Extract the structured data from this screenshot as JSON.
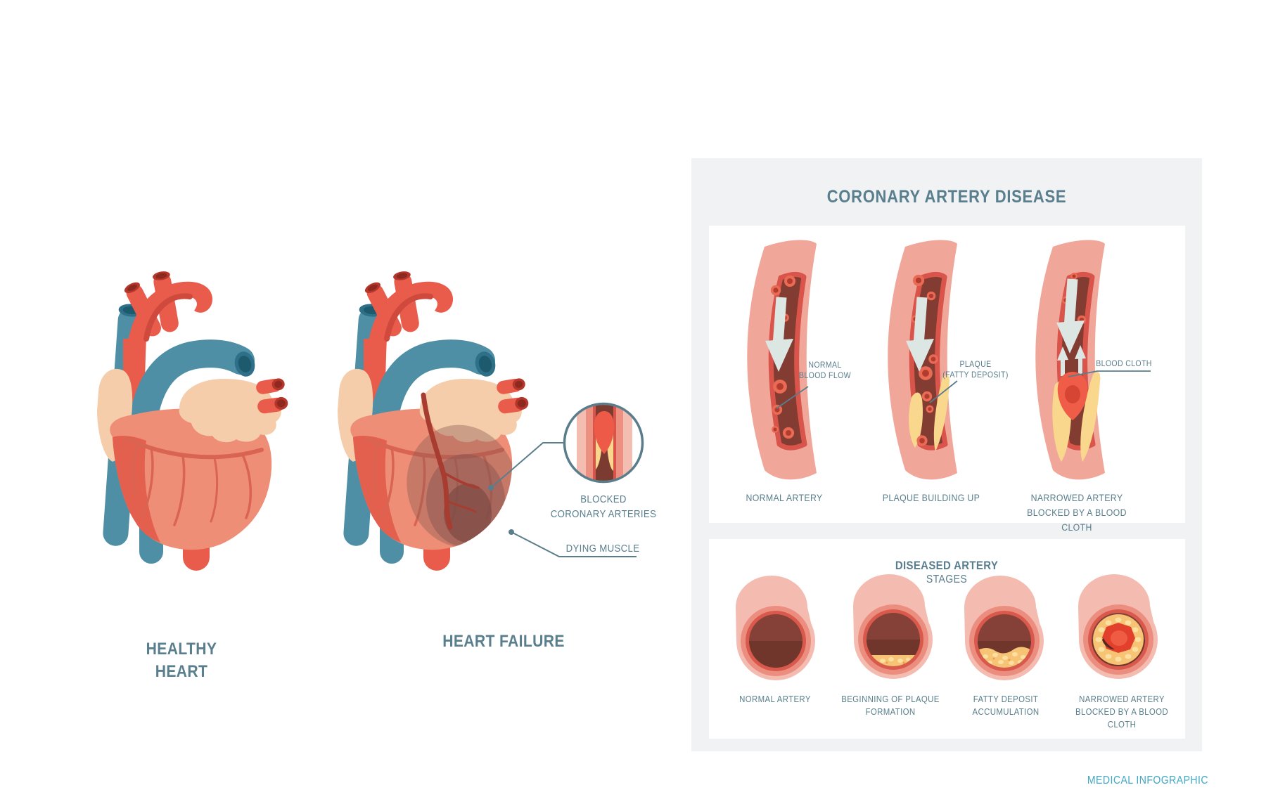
{
  "colors": {
    "slate_text": "#597e8d",
    "panel_gray": "#f0f2f4",
    "footer_blue": "#41a8c6",
    "artery_outer_pink": "#f0a79a",
    "artery_lumen_brown": "#833c31",
    "artery_rim_red": "#d9544a",
    "plaque_yellow": "#f9d88e",
    "clot_red": "#ef5c48",
    "heart_red": "#e95c4b",
    "heart_blue": "#4e8fa5",
    "heart_peach": "#f5cdab",
    "heart_body_salmon": "#ef8e77"
  },
  "left_section": {
    "healthy_heart_label": "HEALTHY HEART",
    "heart_failure_label": "HEART FAILURE",
    "annotations": {
      "blocked_line1": "BLOCKED",
      "blocked_line2": "CORONARY ARTERIES",
      "dying_muscle": "DYING MUSCLE"
    }
  },
  "cad_panel": {
    "title": "CORONARY ARTERY DISEASE",
    "top_row": {
      "annotations": {
        "normal_flow_line1": "NORMAL",
        "normal_flow_line2": "BLOOD FLOW",
        "plaque_line1": "PLAQUE",
        "plaque_line2": "(FATTY DEPOSIT)",
        "blood_cloth": "BLOOD CLOTH"
      },
      "captions": {
        "stage1": "NORMAL ARTERY",
        "stage2": "PLAQUE BUILDING UP",
        "stage3_line1": "NARROWED ARTERY",
        "stage3_line2": "BLOCKED BY A BLOOD CLOTH"
      }
    },
    "bottom_row": {
      "title_line1": "DISEASED ARTERY",
      "title_line2": "STAGES",
      "captions": {
        "stage1": "NORMAL ARTERY",
        "stage2_line1": "BEGINNING OF PLAQUE",
        "stage2_line2": "FORMATION",
        "stage3_line1": "FATTY DEPOSIT",
        "stage3_line2": "ACCUMULATION",
        "stage4_line1": "NARROWED ARTERY",
        "stage4_line2": "BLOCKED BY A BLOOD CLOTH"
      }
    }
  },
  "footer": "MEDICAL INFOGRAPHIC"
}
